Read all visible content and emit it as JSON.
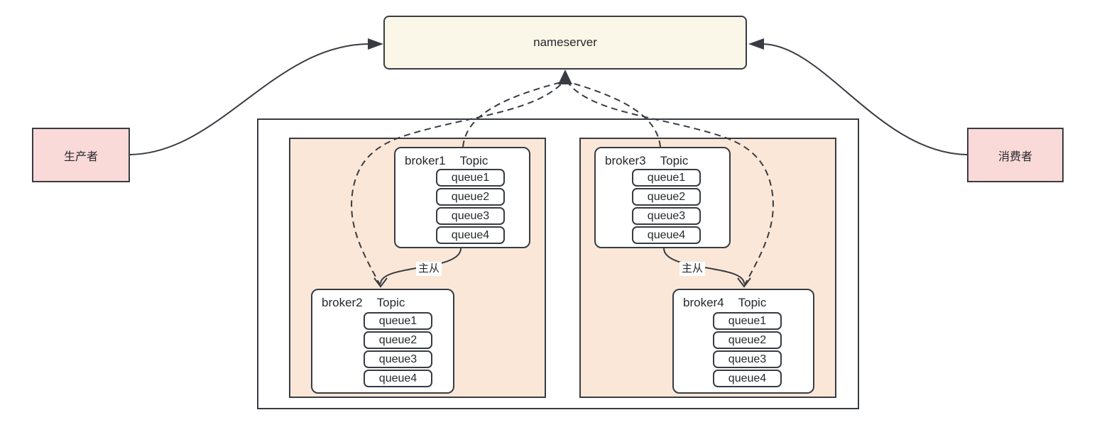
{
  "diagram": {
    "nameserver": {
      "label": "nameserver"
    },
    "producer": {
      "label": "生产者"
    },
    "consumer": {
      "label": "消费者"
    },
    "clusters": [
      {
        "master_slave_label": "主从",
        "brokers": [
          {
            "name": "broker1",
            "topic": "Topic",
            "queues": [
              "queue1",
              "queue2",
              "queue3",
              "queue4"
            ]
          },
          {
            "name": "broker2",
            "topic": "Topic",
            "queues": [
              "queue1",
              "queue2",
              "queue3",
              "queue4"
            ]
          }
        ]
      },
      {
        "master_slave_label": "主从",
        "brokers": [
          {
            "name": "broker3",
            "topic": "Topic",
            "queues": [
              "queue1",
              "queue2",
              "queue3",
              "queue4"
            ]
          },
          {
            "name": "broker4",
            "topic": "Topic",
            "queues": [
              "queue1",
              "queue2",
              "queue3",
              "queue4"
            ]
          }
        ]
      }
    ],
    "colors": {
      "nameserver_fill": "#fbf7e8",
      "endpoint_fill": "#fad9d9",
      "cluster_fill": "#fbe7d8",
      "line": "#383c42"
    }
  }
}
